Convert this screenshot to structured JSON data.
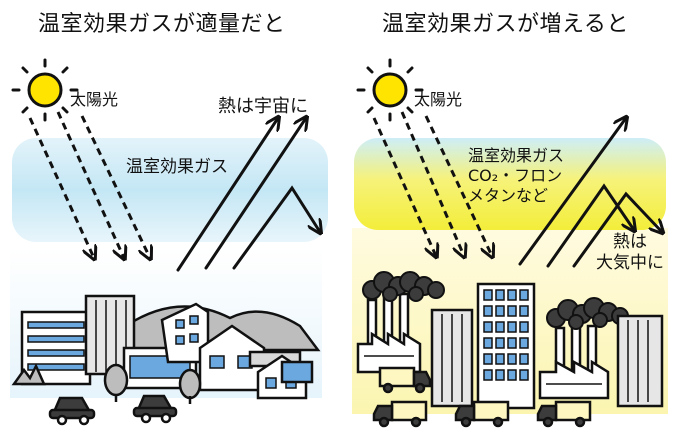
{
  "panels": [
    {
      "title": "温室効果ガスが適量だと",
      "sun_label": "太陽光",
      "space_label": "熱は宇宙に",
      "gas_label": "温室効果ガス"
    },
    {
      "title": "温室効果ガスが増えると",
      "sun_label": "太陽光",
      "gas_label_lines": [
        "温室効果ガス",
        "CO₂・フロン",
        "メタンなど"
      ],
      "atmosphere_label_lines": [
        "熱は",
        "大気中に"
      ]
    }
  ],
  "colors": {
    "sun": "#ffe400",
    "gas_normal": "#c9e9f6",
    "gas_increased": "#f5f04a",
    "sky_haze_normal": "#e6f4fb",
    "sky_haze_increased": "#fbf6b8",
    "window_blue": "#6aa8df",
    "building_gray": "#d9d9d9",
    "smoke": "#3c3c3c",
    "truck_yellow": "#fff7c2"
  },
  "icons": [
    "sun-icon",
    "dashed-arrow-icon",
    "arrow-icon",
    "building-icon",
    "factory-icon",
    "smoke-icon",
    "car-icon",
    "truck-icon",
    "tree-icon"
  ]
}
